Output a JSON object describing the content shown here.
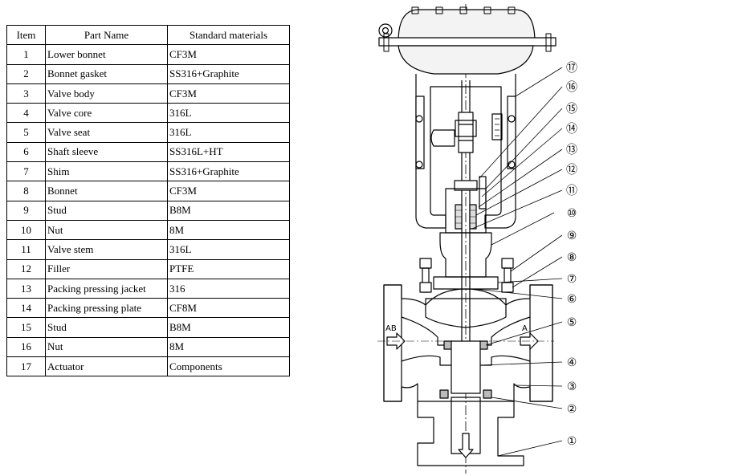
{
  "table": {
    "headers": {
      "item": "Item",
      "part_name": "Part Name",
      "material": "Standard materials"
    },
    "rows": [
      {
        "item": "1",
        "name": "Lower bonnet",
        "material": "CF3M"
      },
      {
        "item": "2",
        "name": "Bonnet gasket",
        "material": "SS316+Graphite"
      },
      {
        "item": "3",
        "name": "Valve body",
        "material": "CF3M"
      },
      {
        "item": "4",
        "name": "Valve core",
        "material": "316L"
      },
      {
        "item": "5",
        "name": "Valve seat",
        "material": "316L"
      },
      {
        "item": "6",
        "name": "Shaft sleeve",
        "material": "SS316L+HT"
      },
      {
        "item": "7",
        "name": "Shim",
        "material": "SS316+Graphite"
      },
      {
        "item": "8",
        "name": "Bonnet",
        "material": "CF3M"
      },
      {
        "item": "9",
        "name": "Stud",
        "material": "B8M"
      },
      {
        "item": "10",
        "name": "Nut",
        "material": "8M"
      },
      {
        "item": "11",
        "name": "Valve stem",
        "material": "316L"
      },
      {
        "item": "12",
        "name": "Filler",
        "material": "PTFE"
      },
      {
        "item": "13",
        "name": "Packing pressing jacket",
        "material": "316"
      },
      {
        "item": "14",
        "name": "Packing pressing plate",
        "material": "CF8M"
      },
      {
        "item": "15",
        "name": "Stud",
        "material": "B8M"
      },
      {
        "item": "16",
        "name": "Nut",
        "material": "8M"
      },
      {
        "item": "17",
        "name": "Actuator",
        "material": "Components"
      }
    ]
  },
  "drawing": {
    "flow_left_label": "AB",
    "flow_right_label": "A",
    "callouts": [
      "⑰",
      "⑯",
      "⑮",
      "⑭",
      "⑬",
      "⑫",
      "⑪",
      "⑩",
      "⑨",
      "⑧",
      "⑦",
      "⑥",
      "⑤",
      "④",
      "③",
      "②",
      "①"
    ]
  }
}
